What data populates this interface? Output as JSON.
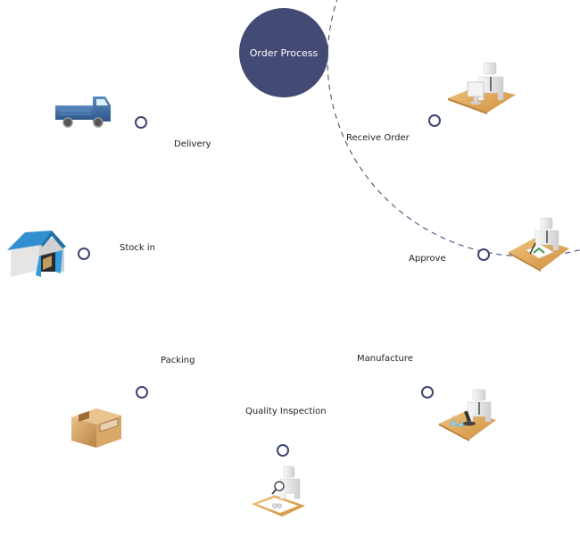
{
  "diagram": {
    "title": "Order Process",
    "colors": {
      "hub": "#434a73",
      "ring": "#4a5080",
      "node_stroke": "#3d4573",
      "desk": "#e0a95a",
      "person": "#e4e4e4",
      "truck": "#3a6aa3",
      "roof": "#2f8fd0",
      "box": "#d9a866"
    },
    "steps": [
      {
        "label": "Receive Order",
        "icon": "desk-computer-worker-icon"
      },
      {
        "label": "Approve",
        "icon": "desk-signing-worker-icon"
      },
      {
        "label": "Manufacture",
        "icon": "lab-microscope-worker-icon"
      },
      {
        "label": "Quality Inspection",
        "icon": "magnifier-inspector-icon"
      },
      {
        "label": "Packing",
        "icon": "cardboard-box-icon"
      },
      {
        "label": "Stock in",
        "icon": "warehouse-icon"
      },
      {
        "label": "Delivery",
        "icon": "truck-icon"
      }
    ]
  }
}
